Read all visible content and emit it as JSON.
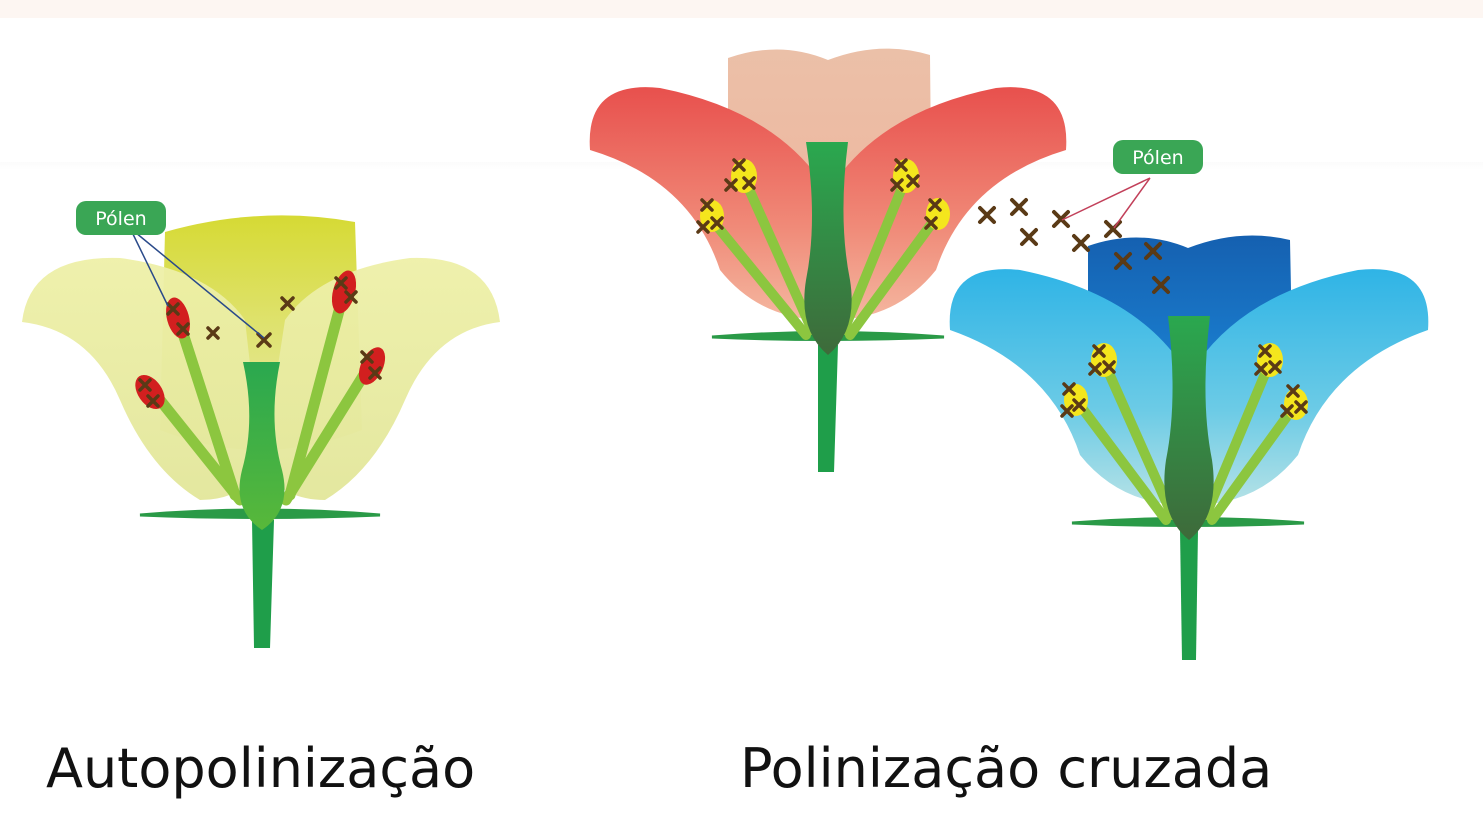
{
  "labels": {
    "pollen_left": "Pólen",
    "pollen_right": "Pólen",
    "caption_self": "Autopolinização",
    "caption_cross": "Polinização cruzada"
  },
  "colors": {
    "stem_green": "#1f9e4a",
    "filament_green": "#8cc63f",
    "yellow_flower": "#d9dd3a",
    "red_flower": "#e9534f",
    "blue_flower": "#1fa8e0",
    "pollen_mark": "#5a3a16",
    "label_pill": "#3aa655",
    "anther_red": "#d21f1f",
    "anther_yellow": "#f4e61d"
  }
}
